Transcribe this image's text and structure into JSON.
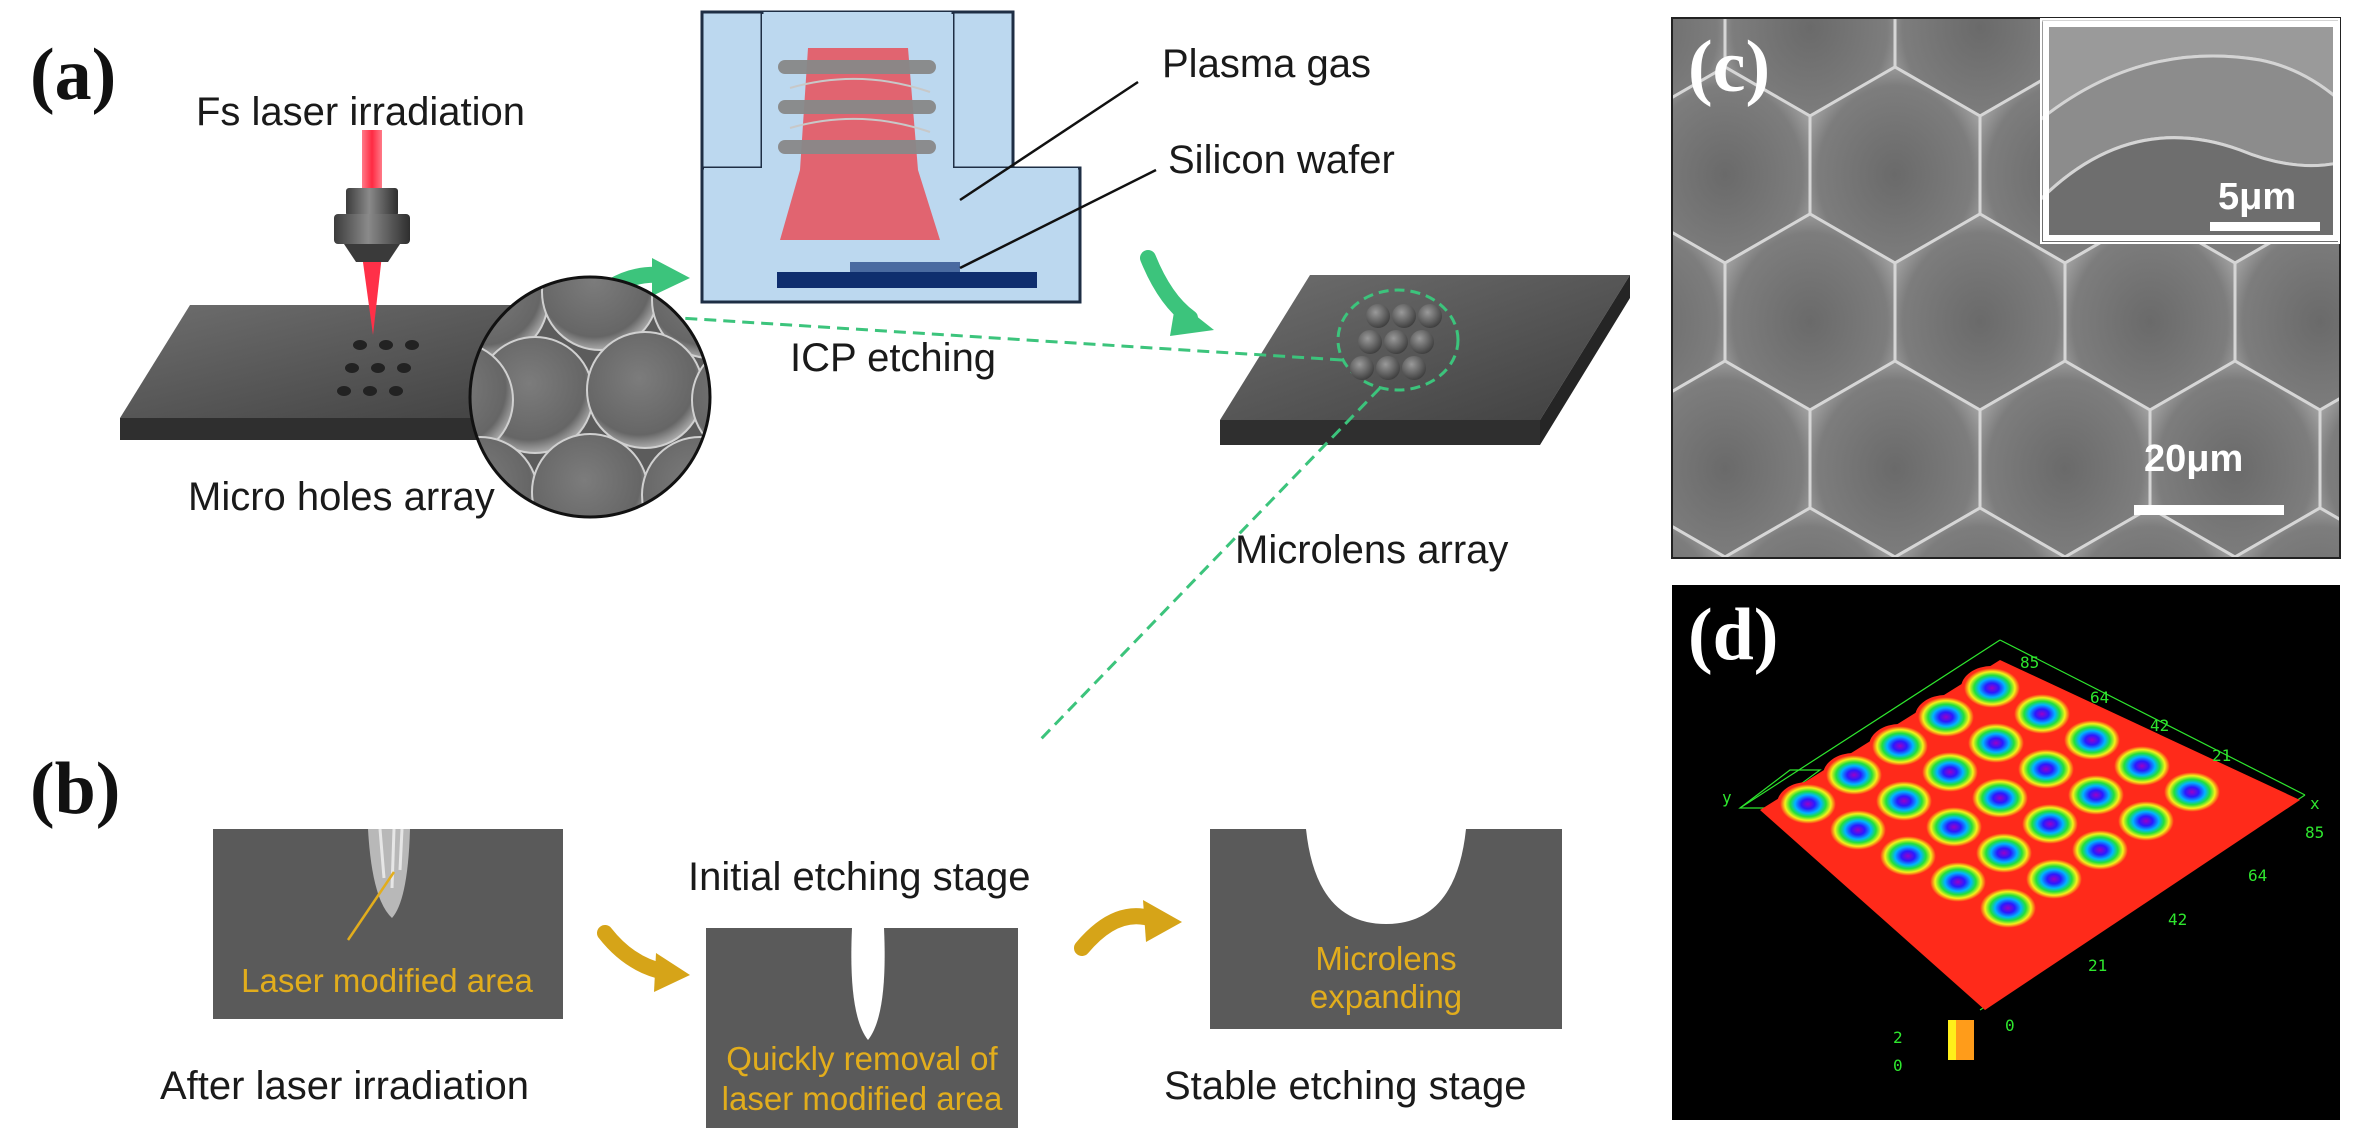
{
  "panels": {
    "a": "(a)",
    "b": "(b)",
    "c": "(c)",
    "d": "(d)"
  },
  "panel_a": {
    "laser_label": "Fs laser irradiation",
    "holes_label": "Micro holes array",
    "icp_label": "ICP etching",
    "plasma_label": "Plasma gas",
    "wafer_label": "Silicon wafer",
    "mla_label": "Microlens array"
  },
  "panel_b": {
    "after_label": "After laser irradiation",
    "modified_label": "Laser modified area",
    "initial_label": "Initial etching stage",
    "quick_line1": "Quickly removal of",
    "quick_line2": "laser modified area",
    "expanding_line1": "Microlens",
    "expanding_line2": "expanding",
    "stable_label": "Stable etching stage"
  },
  "panel_c": {
    "scale_main": "20μm",
    "scale_inset": "5μm"
  },
  "panel_d": {
    "top_ticks": [
      "85",
      "64",
      "42",
      "21"
    ],
    "right_ticks": [
      "85",
      "64",
      "42",
      "21",
      "0"
    ],
    "x_axis": "x",
    "y_axis": "y",
    "z_ticks": [
      "2",
      "0"
    ]
  },
  "colors": {
    "arrow_green": "#3cc47c",
    "arrow_gold": "#d6a418",
    "gold_text": "#e2ad1c",
    "slab_gray": "#5a5a5a",
    "chamber_blue": "#bcd8ef",
    "plasma_red": "#e45a66",
    "wafer_navy": "#0f2e6e",
    "axis_green": "#2ee62e"
  }
}
